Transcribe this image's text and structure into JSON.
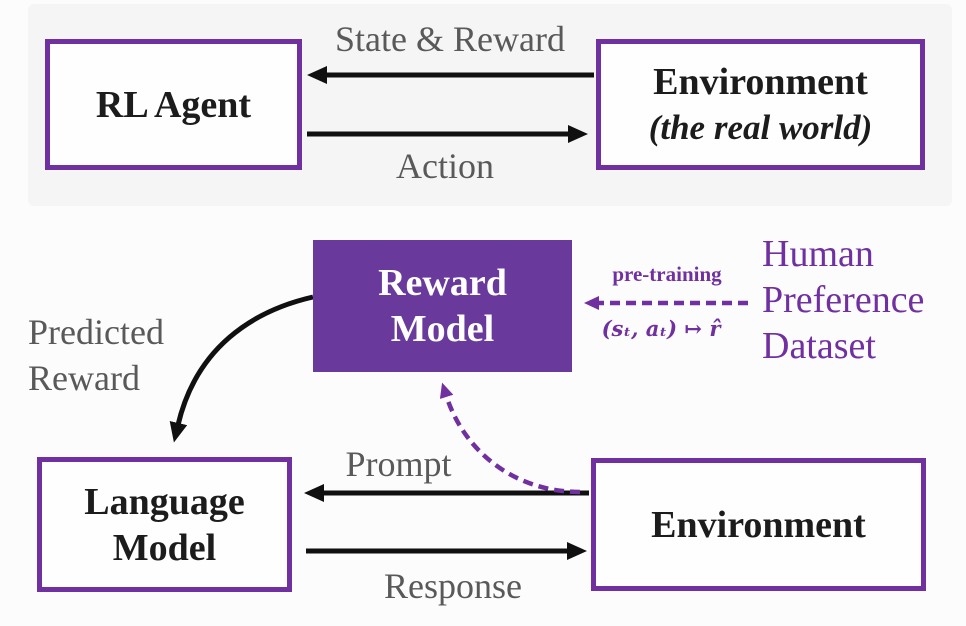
{
  "colors": {
    "purple": "#7030a0",
    "purple-fill": "#693a9b",
    "gray": "#595959",
    "ink": "#101010",
    "panel": "#f5f5f6",
    "page": "#fcfcfc"
  },
  "top_loop": {
    "agent_label": "RL Agent",
    "environment_title": "Environment",
    "environment_subtitle": "(the real world)",
    "state_reward_label": "State & Reward",
    "action_label": "Action"
  },
  "bottom_loop": {
    "reward_model_line1": "Reward",
    "reward_model_line2": "Model",
    "language_model_line1": "Language",
    "language_model_line2": "Model",
    "environment_label": "Environment",
    "predicted_reward_line1": "Predicted",
    "predicted_reward_line2": "Reward",
    "prompt_label": "Prompt",
    "response_label": "Response",
    "pretraining_label": "pre-training",
    "mapping_formula": "(sₜ, aₜ) ↦ r̂",
    "dataset_line1": "Human",
    "dataset_line2": "Preference",
    "dataset_line3": "Dataset"
  }
}
